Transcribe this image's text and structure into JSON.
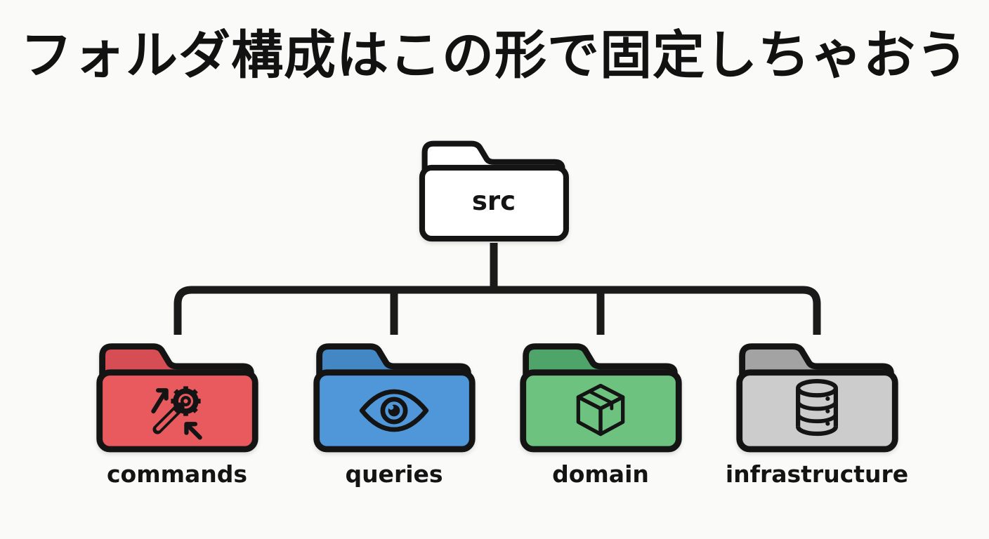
{
  "title": "フォルダ構成はこの形で固定しちゃおう",
  "colors": {
    "background": "#fafaf8",
    "outline": "#141414",
    "connector": "#1a1a1a",
    "text": "#141414"
  },
  "root_folder": {
    "label": "src",
    "body_color": "#ffffff",
    "tab_color": "#ffffff"
  },
  "folders": [
    {
      "label": "commands",
      "body_color": "#e85a5d",
      "tab_color": "#d64d53",
      "icon": "gear-wand"
    },
    {
      "label": "queries",
      "body_color": "#4f97d9",
      "tab_color": "#4387c5",
      "icon": "eye"
    },
    {
      "label": "domain",
      "body_color": "#6ec27f",
      "tab_color": "#4fa569",
      "icon": "package-box"
    },
    {
      "label": "infrastructure",
      "body_color": "#cccccc",
      "tab_color": "#a3a3a3",
      "icon": "database"
    }
  ]
}
